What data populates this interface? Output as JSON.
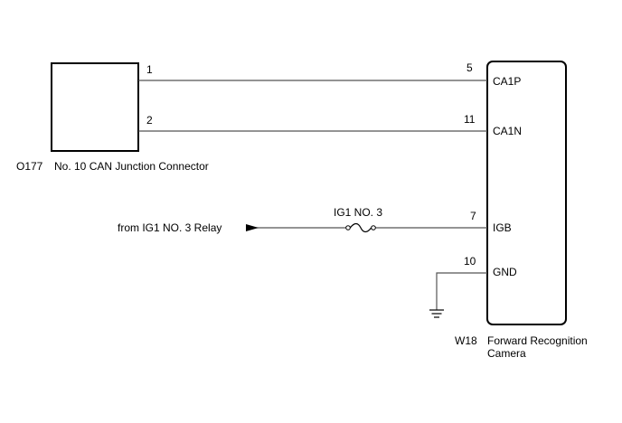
{
  "junction_connector": {
    "code": "O177",
    "name": "No. 10 CAN Junction Connector",
    "pins": [
      "1",
      "2"
    ]
  },
  "camera": {
    "code": "W18",
    "name_line1": "Forward Recognition",
    "name_line2": "Camera",
    "terminals": [
      {
        "pin": "5",
        "label": "CA1P"
      },
      {
        "pin": "11",
        "label": "CA1N"
      },
      {
        "pin": "7",
        "label": "IGB"
      },
      {
        "pin": "10",
        "label": "GND"
      }
    ]
  },
  "fuse": {
    "label": "IG1 NO. 3"
  },
  "power_source": {
    "label": "from IG1 NO. 3 Relay"
  }
}
